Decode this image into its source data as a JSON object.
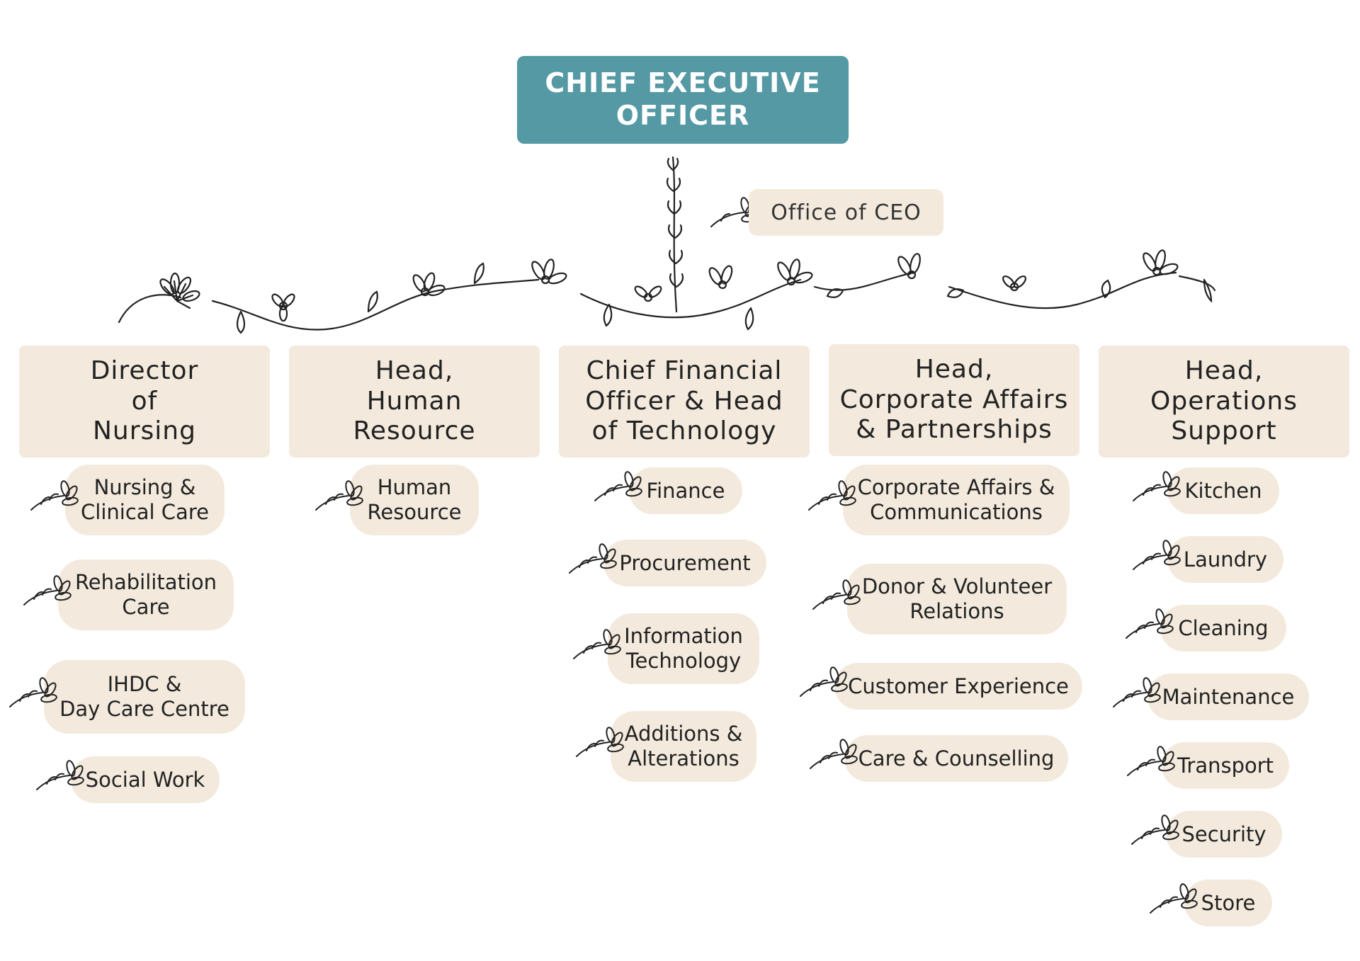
{
  "ceo": {
    "title": "CHIEF EXECUTIVE\nOFFICER"
  },
  "office_of_ceo": {
    "label": "Office of CEO"
  },
  "departments": [
    {
      "head": "Director\nof\nNursing",
      "units": [
        "Nursing &\nClinical Care",
        "Rehabilitation\nCare",
        "IHDC &\nDay Care Centre",
        "Social Work"
      ]
    },
    {
      "head": "Head,\nHuman\nResource",
      "units": [
        "Human\nResource"
      ]
    },
    {
      "head": "Chief Financial\nOfficer & Head\nof Technology",
      "units": [
        "Finance",
        "Procurement",
        "Information\nTechnology",
        "Additions &\nAlterations"
      ]
    },
    {
      "head": "Head,\nCorporate Affairs\n& Partnerships",
      "units": [
        "Corporate Affairs &\nCommunications",
        "Donor & Volunteer\nRelations",
        "Customer Experience",
        "Care & Counselling"
      ]
    },
    {
      "head": "Head,\nOperations\nSupport",
      "units": [
        "Kitchen",
        "Laundry",
        "Cleaning",
        "Maintenance",
        "Transport",
        "Security",
        "Store"
      ]
    }
  ],
  "colors": {
    "ceo_box": "#5499a4",
    "box_fill": "#f3eadd",
    "line_art": "#222222"
  },
  "icons": {
    "decoration": "floral-vine",
    "unit_marker": "flower-sprig-icon"
  }
}
